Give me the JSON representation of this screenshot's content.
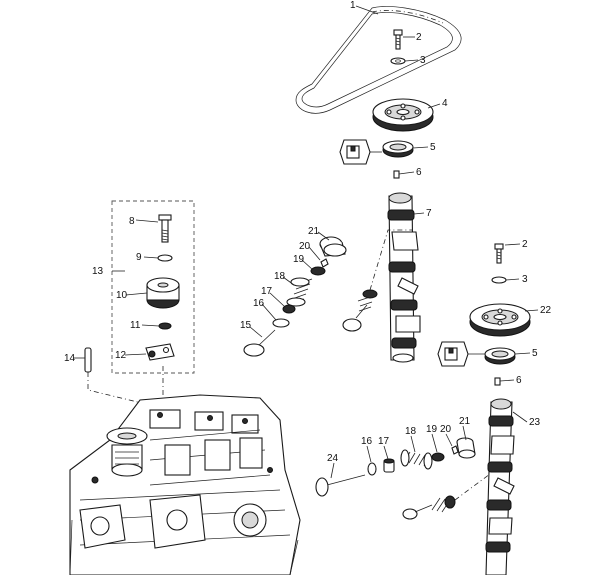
{
  "diagram": {
    "callouts": [
      {
        "id": "c1",
        "text": "1"
      },
      {
        "id": "c2a",
        "text": "2"
      },
      {
        "id": "c3a",
        "text": "3"
      },
      {
        "id": "c4",
        "text": "4"
      },
      {
        "id": "c5a",
        "text": "5"
      },
      {
        "id": "c6a",
        "text": "6"
      },
      {
        "id": "c7",
        "text": "7"
      },
      {
        "id": "c8",
        "text": "8"
      },
      {
        "id": "c9",
        "text": "9"
      },
      {
        "id": "c10",
        "text": "10"
      },
      {
        "id": "c11",
        "text": "11"
      },
      {
        "id": "c12",
        "text": "12"
      },
      {
        "id": "c13",
        "text": "13"
      },
      {
        "id": "c14",
        "text": "14"
      },
      {
        "id": "c15",
        "text": "15"
      },
      {
        "id": "c16a",
        "text": "16"
      },
      {
        "id": "c17a",
        "text": "17"
      },
      {
        "id": "c18a",
        "text": "18"
      },
      {
        "id": "c19",
        "text": "19"
      },
      {
        "id": "c20a",
        "text": "20"
      },
      {
        "id": "c21a",
        "text": "21"
      },
      {
        "id": "c2b",
        "text": "2"
      },
      {
        "id": "c3b",
        "text": "3"
      },
      {
        "id": "c22",
        "text": "22"
      },
      {
        "id": "c5b",
        "text": "5"
      },
      {
        "id": "c6b",
        "text": "6"
      },
      {
        "id": "c21b",
        "text": "21"
      },
      {
        "id": "c23",
        "text": "23"
      },
      {
        "id": "c24",
        "text": "24"
      },
      {
        "id": "c16b",
        "text": "16"
      },
      {
        "id": "c17b",
        "text": "17"
      },
      {
        "id": "c18b",
        "text": "18"
      },
      {
        "id": "c19b",
        "text": "19"
      },
      {
        "id": "c20b",
        "text": "20"
      }
    ]
  }
}
